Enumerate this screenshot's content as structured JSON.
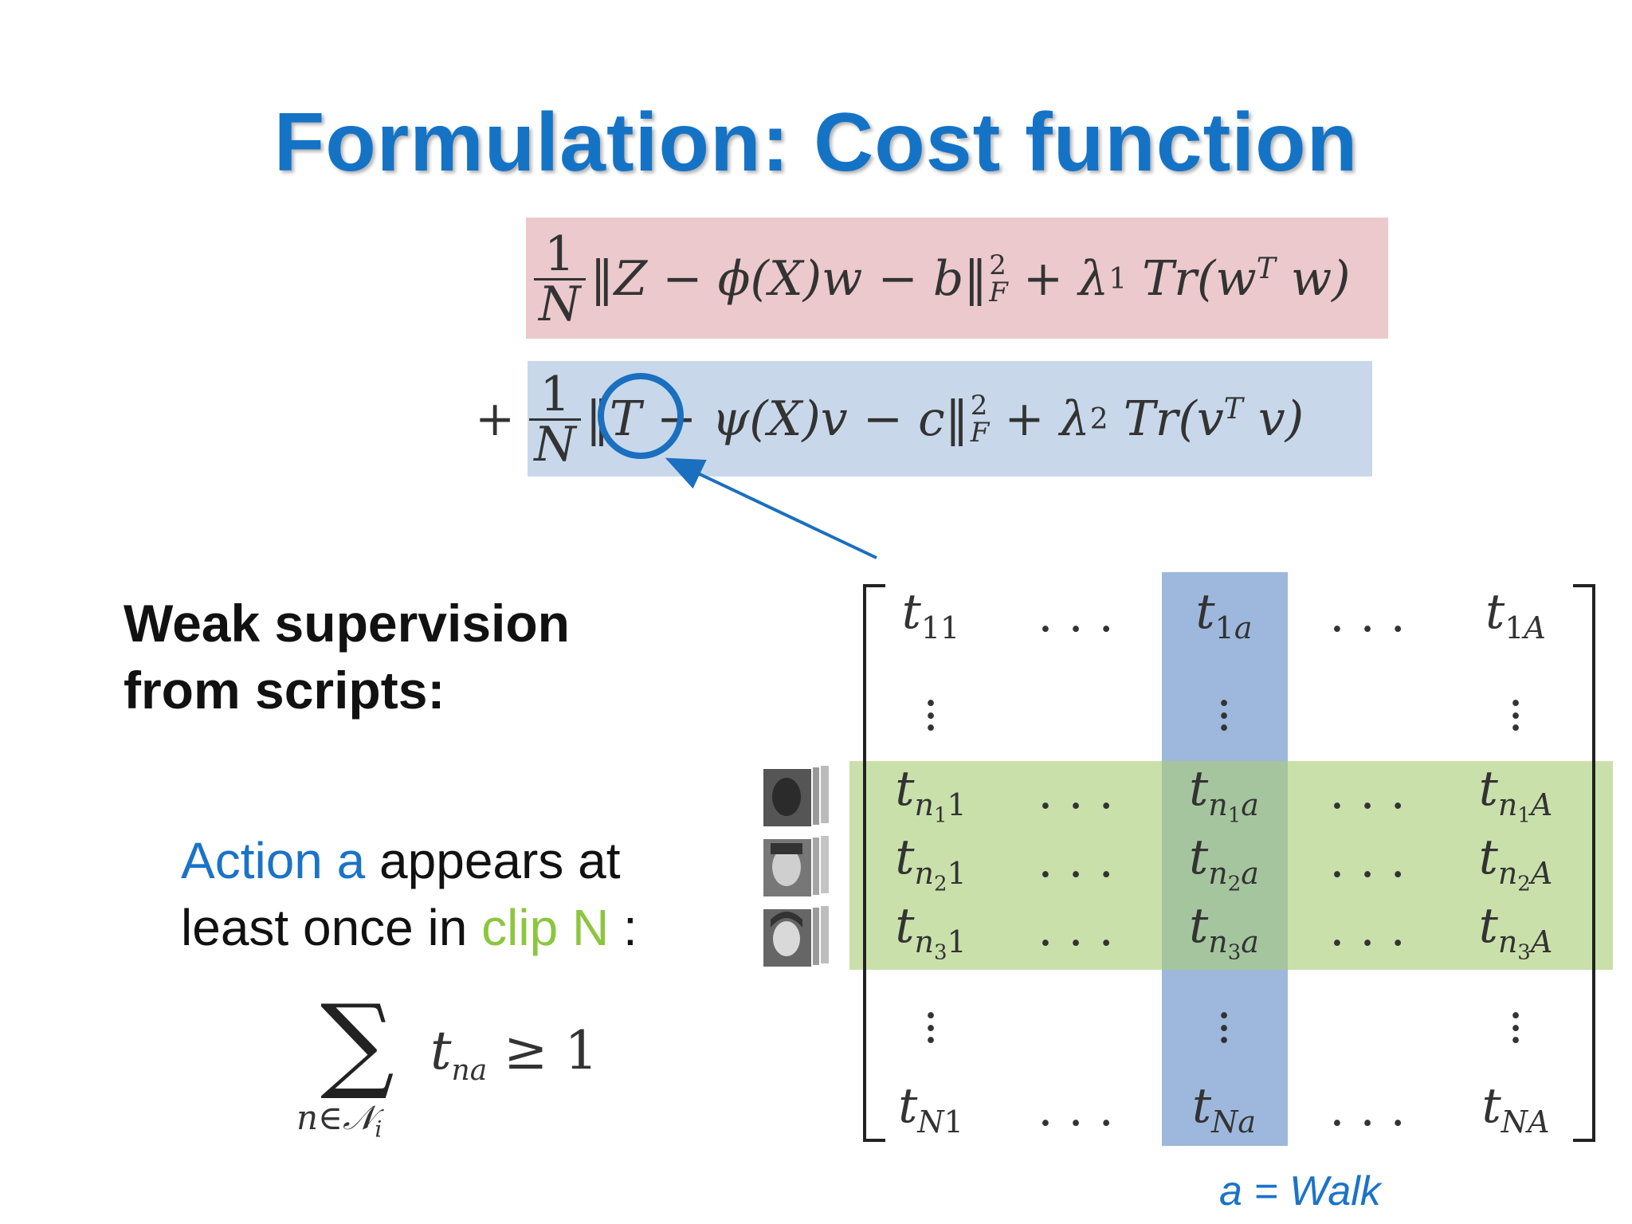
{
  "slide": {
    "title": "Formulation: Cost function",
    "weak_line1": "Weak supervision",
    "weak_line2": "from scripts:",
    "action_part1": "Action a",
    "action_part2": " appears at",
    "action_part3": "least once in ",
    "action_part4": "clip N",
    "action_part5": " :",
    "walk_label": "a = Walk"
  },
  "colors": {
    "title": "#1573c6",
    "eq1_box": "#ebc9cc",
    "eq2_box": "#c8d8ea",
    "column_highlight": "#9db8dc",
    "row_highlight": "#aacd78",
    "accent_blue": "#1a73c8",
    "accent_green": "#8cc63f"
  }
}
